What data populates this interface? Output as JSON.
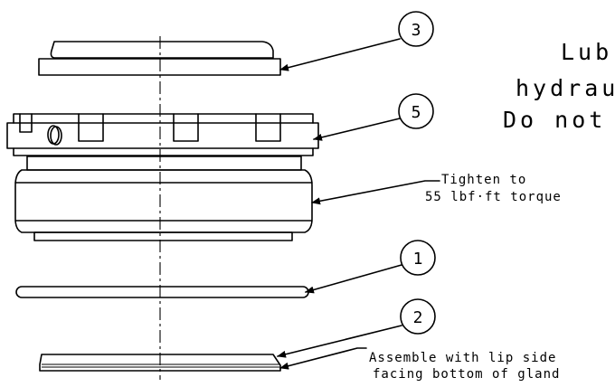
{
  "balloons": [
    {
      "id": "balloon-3",
      "label": "3"
    },
    {
      "id": "balloon-5",
      "label": "5"
    },
    {
      "id": "balloon-1",
      "label": "1"
    },
    {
      "id": "balloon-2",
      "label": "2"
    }
  ],
  "notes": {
    "lubricate": [
      "Lubr",
      "hydrau",
      "Do not"
    ],
    "tighten": [
      "Tighten to",
      "55 lbf·ft torque"
    ],
    "assemble": [
      "Assemble with lip side",
      "facing bottom of gland"
    ]
  }
}
